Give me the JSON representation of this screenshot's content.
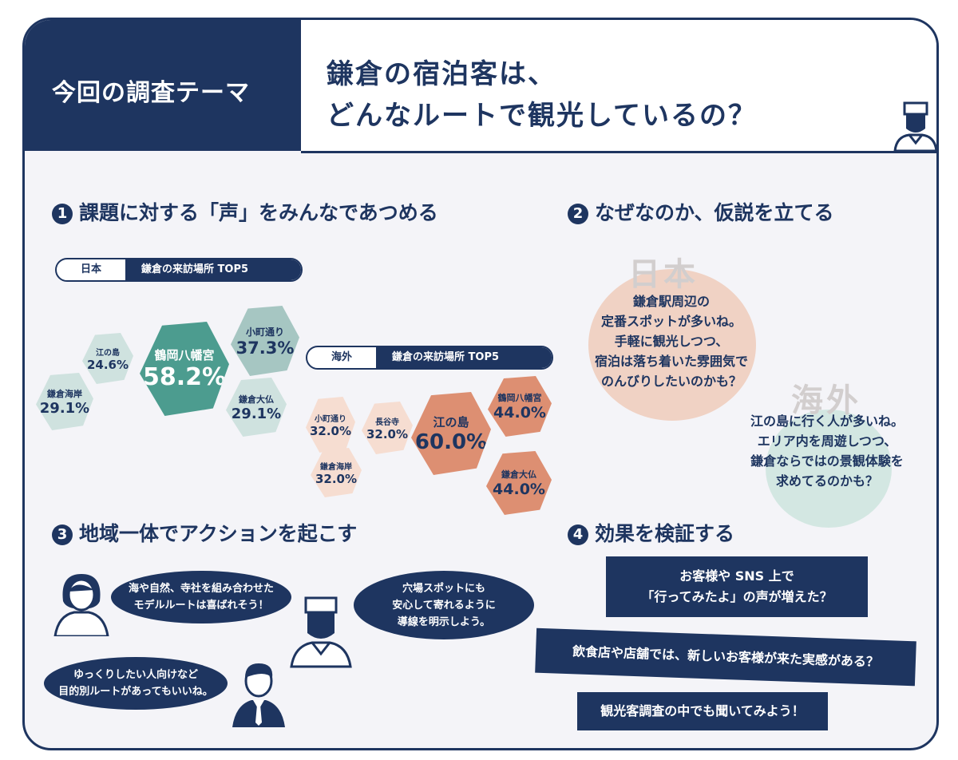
{
  "header": {
    "theme_label": "今回の調査テーマ",
    "title_line1": "鎌倉の宿泊客は、",
    "title_line2": "どんなルートで観光しているの？"
  },
  "section1": {
    "number": "1",
    "title": "課題に対する「声」をみんなであつめる",
    "japan_pill": {
      "tag": "日本",
      "label": "鎌倉の来訪場所 TOP5"
    },
    "overseas_pill": {
      "tag": "海外",
      "label": "鎌倉の来訪場所 TOP5"
    },
    "japan_top5": [
      {
        "name": "鶴岡八幡宮",
        "value": "58.2%"
      },
      {
        "name": "小町通り",
        "value": "37.3%"
      },
      {
        "name": "鎌倉海岸",
        "value": "29.1%"
      },
      {
        "name": "鎌倉大仏",
        "value": "29.1%"
      },
      {
        "name": "江の島",
        "value": "24.6%"
      }
    ],
    "overseas_top5": [
      {
        "name": "江の島",
        "value": "60.0%"
      },
      {
        "name": "鶴岡八幡宮",
        "value": "44.0%"
      },
      {
        "name": "鎌倉大仏",
        "value": "44.0%"
      },
      {
        "name": "小町通り",
        "value": "32.0%"
      },
      {
        "name": "長谷寺",
        "value": "32.0%"
      },
      {
        "name": "鎌倉海岸",
        "value": "32.0%"
      }
    ]
  },
  "section2": {
    "number": "2",
    "title": "なぜなのか、仮説を立てる",
    "japan_ghost": "日本",
    "overseas_ghost": "海外",
    "japan_hypothesis": [
      "鎌倉駅周辺の",
      "定番スポットが多いね。",
      "手軽に観光しつつ、",
      "宿泊は落ち着いた雰囲気で",
      "のんびりしたいのかも？"
    ],
    "overseas_hypothesis": [
      "江の島に行く人が多いね。",
      "エリア内を周遊しつつ、",
      "鎌倉ならではの景観体験を",
      "求めてるのかも？"
    ]
  },
  "section3": {
    "number": "3",
    "title": "地域一体でアクションを起こす",
    "bubble1": [
      "海や自然、寺社を組み合わせた",
      "モデルルートは喜ばれそう！"
    ],
    "bubble2": [
      "穴場スポットにも",
      "安心して寄れるように",
      "導線を明示しよう。"
    ],
    "bubble3": [
      "ゆっくりしたい人向けなど",
      "目的別ルートがあってもいいね。"
    ]
  },
  "section4": {
    "number": "4",
    "title": "効果を検証する",
    "box1": [
      "お客様や SNS 上で",
      "「行ってみたよ」の声が増えた？"
    ],
    "box2": "飲食店や店舗では、新しいお客様が来た実感がある？",
    "box3": "観光客調査の中でも聞いてみよう！"
  },
  "colors": {
    "navy": "#1e3560",
    "teal": "#4c9c8f",
    "coral": "#dd8f72",
    "peach_circle": "#f0d2c4",
    "mint_circle": "#d3e7e2"
  }
}
